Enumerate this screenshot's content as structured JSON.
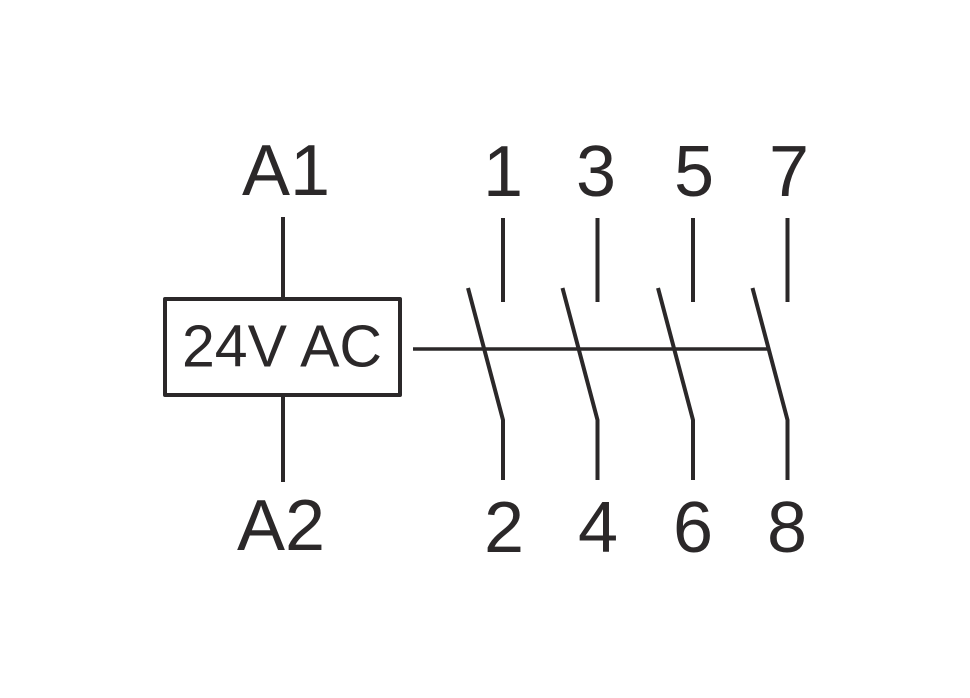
{
  "diagram": {
    "type": "contactor-wiring-schematic",
    "coil": {
      "label": "24V AC",
      "top_terminal": "A1",
      "bottom_terminal": "A2"
    },
    "poles": [
      {
        "top_terminal": "1",
        "bottom_terminal": "2"
      },
      {
        "top_terminal": "3",
        "bottom_terminal": "4"
      },
      {
        "top_terminal": "5",
        "bottom_terminal": "6"
      },
      {
        "top_terminal": "7",
        "bottom_terminal": "8"
      }
    ]
  },
  "colors": {
    "line": "#2b2829",
    "background": "#ffffff"
  }
}
